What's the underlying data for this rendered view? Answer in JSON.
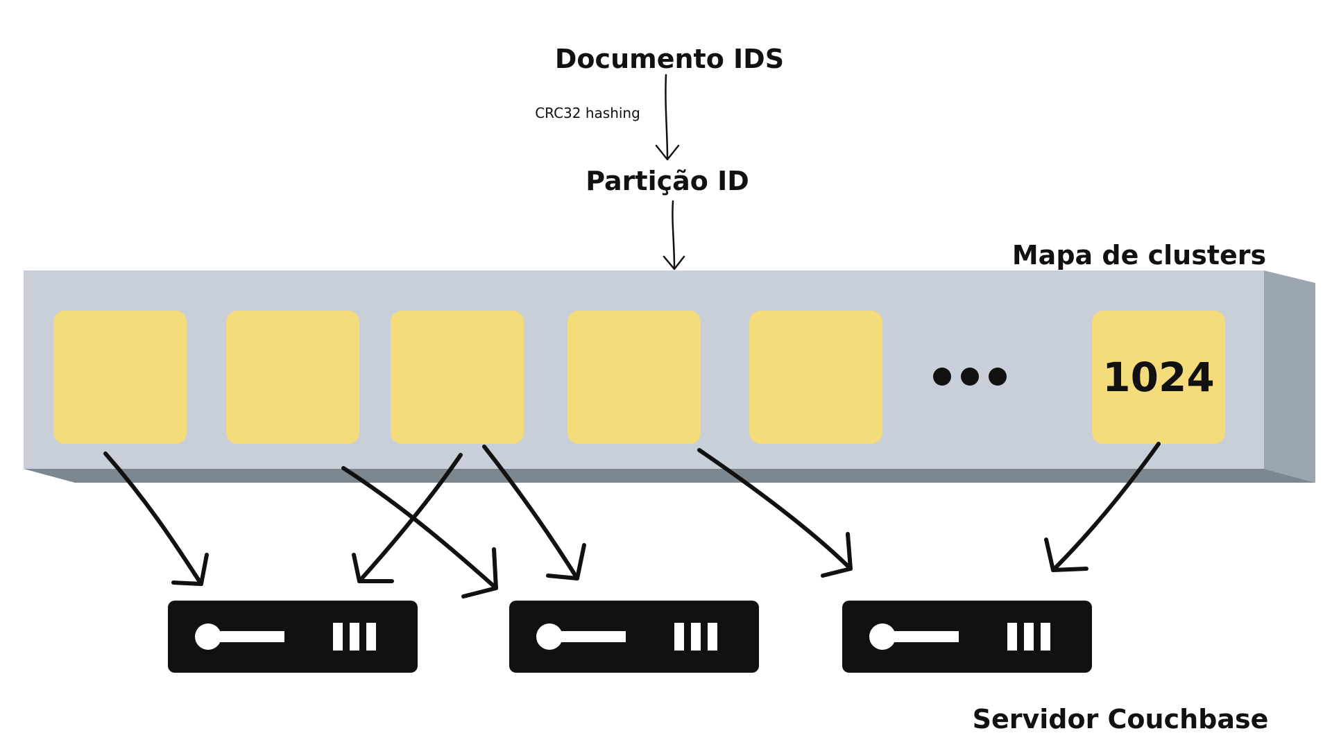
{
  "labels": {
    "documento_ids": "Documento IDS",
    "hashing": "CRC32 hashing",
    "particao_id": "Partição ID",
    "mapa_clusters": "Mapa de clusters",
    "servidor": "Servidor Couchbase"
  },
  "partitions": [
    {
      "text": ""
    },
    {
      "text": ""
    },
    {
      "text": ""
    },
    {
      "text": ""
    },
    {
      "text": ""
    },
    {
      "text": "1024"
    }
  ],
  "servers": [
    {
      "icon": "server-icon"
    },
    {
      "icon": "server-icon"
    },
    {
      "icon": "server-icon"
    }
  ],
  "colors": {
    "partition": "#f5dc7a",
    "map_front": "#c8cfd8",
    "map_side": "#9aa5b1",
    "map_bottom": "#7c878f",
    "server": "#111111"
  }
}
